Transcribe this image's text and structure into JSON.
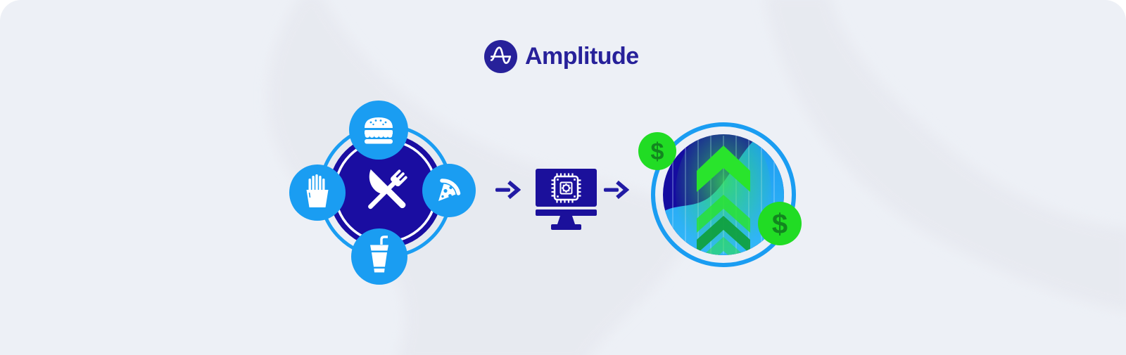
{
  "header": {
    "brand_name": "Amplitude",
    "brand_logo_icon": "amplitude-wave-icon"
  },
  "colors": {
    "background": "#EDF0F6",
    "swoosh": "#E6E8EF",
    "navy": "#1A0DA1",
    "brand_navy": "#27219A",
    "bright_blue": "#1A9DF2",
    "area_blue_bottom": "#33B9F8",
    "green": "#22DC25",
    "green_dark": "#12861F",
    "white": "#FFFFFF"
  },
  "flow": {
    "input": {
      "name": "food-data-circle",
      "center_icon": "crossed-fork-knife",
      "items": [
        {
          "icon": "burger"
        },
        {
          "icon": "french-fries"
        },
        {
          "icon": "pizza-slice"
        },
        {
          "icon": "soft-drink"
        }
      ]
    },
    "arrow1": {
      "icon": "right-arrow"
    },
    "process": {
      "name": "ai-computer",
      "icon": "monitor-with-chip"
    },
    "arrow2": {
      "icon": "right-arrow"
    },
    "output": {
      "name": "revenue-growth-circle",
      "chart_icon": "area-chart-growth-arrow",
      "coins": [
        {
          "symbol": "$"
        },
        {
          "symbol": "$"
        }
      ]
    }
  }
}
